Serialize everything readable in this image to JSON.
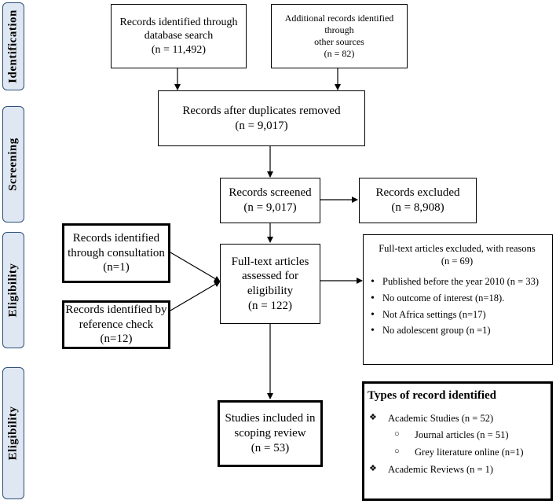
{
  "phases": {
    "identification": "Identification",
    "screening": "Screening",
    "eligibility": "Eligibility",
    "included": "Eligibility"
  },
  "boxes": {
    "db_search": {
      "line1": "Records identified through",
      "line2": "database search",
      "line3": "(n = 11,492)"
    },
    "other_sources": {
      "line1": "Additional records identified through",
      "line2": "other sources",
      "line3": "(n = 82)"
    },
    "duplicates_removed": {
      "line1": "Records after duplicates removed",
      "line2": "(n = 9,017)"
    },
    "screened": {
      "line1": "Records screened",
      "line2": "(n = 9,017)"
    },
    "excluded": {
      "line1": "Records excluded",
      "line2": "(n = 8,908)"
    },
    "consultation": {
      "line1": "Records identified",
      "line2": "through consultation",
      "line3": "(n=1)"
    },
    "reference_check": {
      "line1": "Records identified by",
      "line2": "reference check (n=12)"
    },
    "full_text": {
      "line1": "Full-text articles",
      "line2": "assessed for",
      "line3": "eligibility",
      "line4": "(n = 122)"
    },
    "fulltext_excluded": {
      "title1": "Full-text articles excluded, with reasons",
      "title2": "(n = 69)",
      "reasons": [
        "Published before the year 2010 (n = 33)",
        "No outcome of interest (n=18).",
        "Not Africa settings (n=17)",
        "No adolescent group (n =1)"
      ]
    },
    "included": {
      "line1": "Studies included in",
      "line2": "scoping review",
      "line3": "(n = 53)"
    },
    "types": {
      "title": "Types of record identified",
      "academic_studies": "Academic Studies (n = 52)",
      "journal_articles": "Journal articles (n = 51)",
      "grey_literature": "Grey literature online (n=1)",
      "academic_reviews": "Academic Reviews (n = 1)"
    }
  }
}
